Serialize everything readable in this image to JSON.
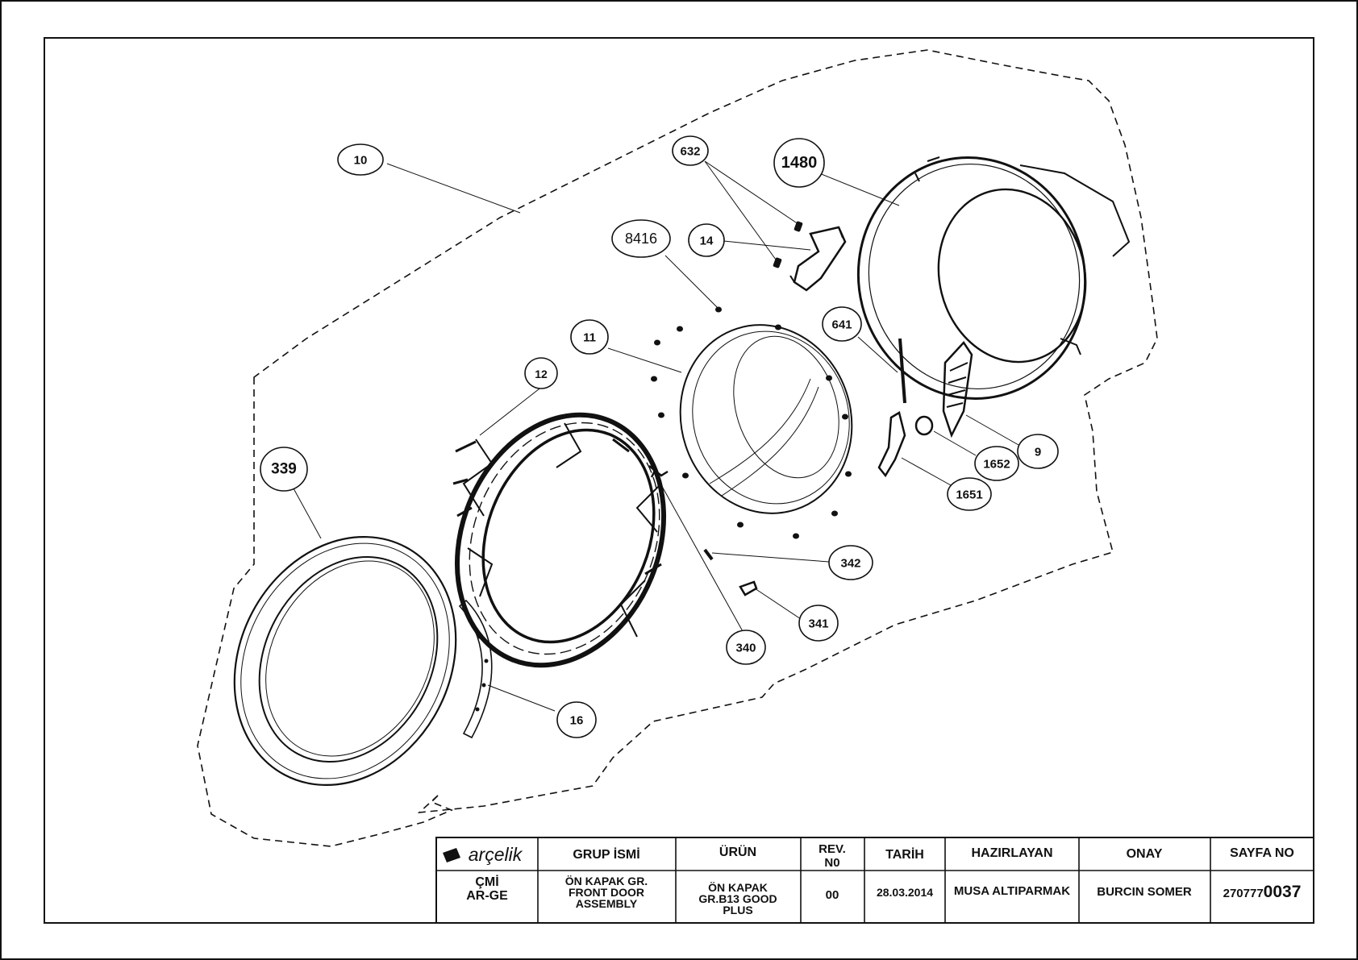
{
  "callouts": [
    {
      "id": "10",
      "label": "10"
    },
    {
      "id": "632",
      "label": "632"
    },
    {
      "id": "1480",
      "label": "1480"
    },
    {
      "id": "14",
      "label": "14"
    },
    {
      "id": "8416",
      "label": "8416"
    },
    {
      "id": "641",
      "label": "641"
    },
    {
      "id": "11",
      "label": "11"
    },
    {
      "id": "12",
      "label": "12"
    },
    {
      "id": "339",
      "label": "339"
    },
    {
      "id": "9",
      "label": "9"
    },
    {
      "id": "1652",
      "label": "1652"
    },
    {
      "id": "1651",
      "label": "1651"
    },
    {
      "id": "342",
      "label": "342"
    },
    {
      "id": "341",
      "label": "341"
    },
    {
      "id": "340",
      "label": "340"
    },
    {
      "id": "16",
      "label": "16"
    }
  ],
  "title_block": {
    "logo_text": "arçelik",
    "headers": {
      "group_name": "GRUP İSMİ",
      "product": "ÜRÜN",
      "rev_line1": "REV.",
      "rev_line2": "N0",
      "date": "TARİH",
      "prepared_by": "HAZIRLAYAN",
      "approval": "ONAY",
      "page_no": "SAYFA NO"
    },
    "values": {
      "dept_line1": "ÇMİ",
      "dept_line2": "AR-GE",
      "group_line1": "ÖN KAPAK GR.",
      "group_line2": "FRONT DOOR",
      "group_line3": "ASSEMBLY",
      "product_line1": "ÖN KAPAK",
      "product_line2": "GR.B13 GOOD",
      "product_line3": "PLUS",
      "rev": "00",
      "date": "28.03.2014",
      "prepared_by": "MUSA ALTIPARMAK",
      "approval": "BURCIN SOMER",
      "page_no_prefix": "270777",
      "page_no_suffix": "0037"
    }
  }
}
